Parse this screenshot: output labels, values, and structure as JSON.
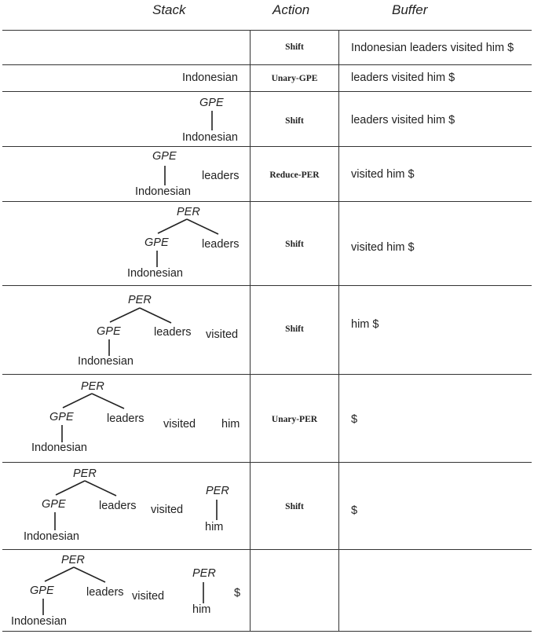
{
  "headers": {
    "stack": "Stack",
    "action": "Action",
    "buffer": "Buffer"
  },
  "rows": [
    {
      "action": "Shift",
      "buffer": "Indonesian leaders visited him $"
    },
    {
      "action": "Unary-GPE",
      "buffer": "leaders visited him $"
    },
    {
      "action": "Shift",
      "buffer": "leaders visited him $"
    },
    {
      "action": "Reduce-PER",
      "buffer": "visited him $"
    },
    {
      "action": "Shift",
      "buffer": "visited him $"
    },
    {
      "action": "Shift",
      "buffer": "him $"
    },
    {
      "action": "Unary-PER",
      "buffer": "$"
    },
    {
      "action": "Shift",
      "buffer": "$"
    },
    {
      "action": "",
      "buffer": ""
    }
  ],
  "tokens": {
    "indonesian": "Indonesian",
    "leaders": "leaders",
    "visited": "visited",
    "him": "him",
    "dollar": "$"
  },
  "labels": {
    "gpe": "GPE",
    "per": "PER"
  }
}
